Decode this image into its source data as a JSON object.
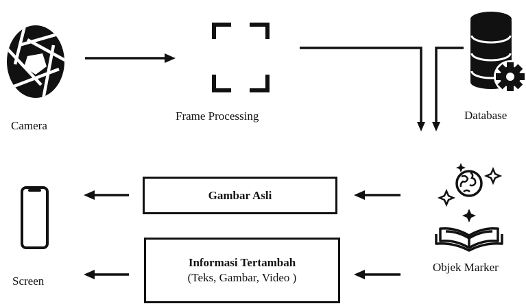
{
  "nodes": {
    "camera": {
      "label": "Camera",
      "icon": "camera-aperture-icon"
    },
    "frame_processing": {
      "label": "Frame Processing",
      "icon": "viewfinder-frame-icon"
    },
    "database": {
      "label": "Database",
      "icon": "database-gear-icon"
    },
    "objek_marker": {
      "label": "Objek Marker",
      "icon": "globe-open-book-icon"
    },
    "screen": {
      "label": "Screen",
      "icon": "smartphone-icon"
    }
  },
  "boxes": {
    "gambar_asli": {
      "title": "Gambar Asli"
    },
    "informasi_tertambah": {
      "title": "Informasi Tertambah",
      "subtitle": "(Teks, Gambar, Video )"
    }
  },
  "colors": {
    "stroke": "#111111",
    "background": "#ffffff"
  }
}
